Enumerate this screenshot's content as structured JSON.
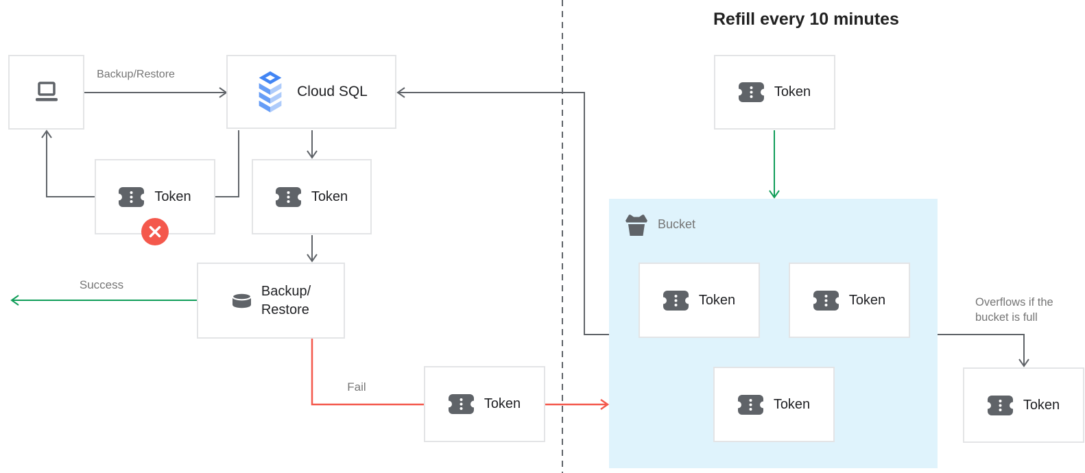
{
  "title": "Refill every 10 minutes",
  "colors": {
    "connector_gray": "#5F6368",
    "success_green": "#0F9D58",
    "fail_red": "#F4584C",
    "bucket_fill": "#DFF3FC",
    "icon_gray": "#5F6368",
    "cloud_sql_blue": "#4285F4",
    "box_border": "#E3E4E6",
    "label_gray": "#757575",
    "text_dark": "#202124"
  },
  "nodes": {
    "client": {
      "icon": "laptop-icon"
    },
    "cloud_sql": {
      "label": "Cloud SQL",
      "icon": "cloud-sql-icon"
    },
    "token_rejected": {
      "label": "Token",
      "icon": "token-icon",
      "badge": "error-x"
    },
    "token_in_use": {
      "label": "Token",
      "icon": "token-icon"
    },
    "backup_restore": {
      "label_line1": "Backup/",
      "label_line2": "Restore",
      "icon": "database-icon"
    },
    "token_failed": {
      "label": "Token",
      "icon": "token-icon"
    },
    "token_refill": {
      "label": "Token",
      "icon": "token-icon"
    },
    "bucket": {
      "label": "Bucket",
      "icon": "bucket-icon"
    },
    "bucket_token_1": {
      "label": "Token",
      "icon": "token-icon"
    },
    "bucket_token_2": {
      "label": "Token",
      "icon": "token-icon"
    },
    "bucket_token_3": {
      "label": "Token",
      "icon": "token-icon"
    },
    "token_overflow": {
      "label": "Token",
      "icon": "token-icon"
    }
  },
  "edge_labels": {
    "backup_restore_request": "Backup/Restore",
    "success": "Success",
    "fail": "Fail",
    "overflow_line1": "Overflows if the",
    "overflow_line2": "bucket is full"
  }
}
